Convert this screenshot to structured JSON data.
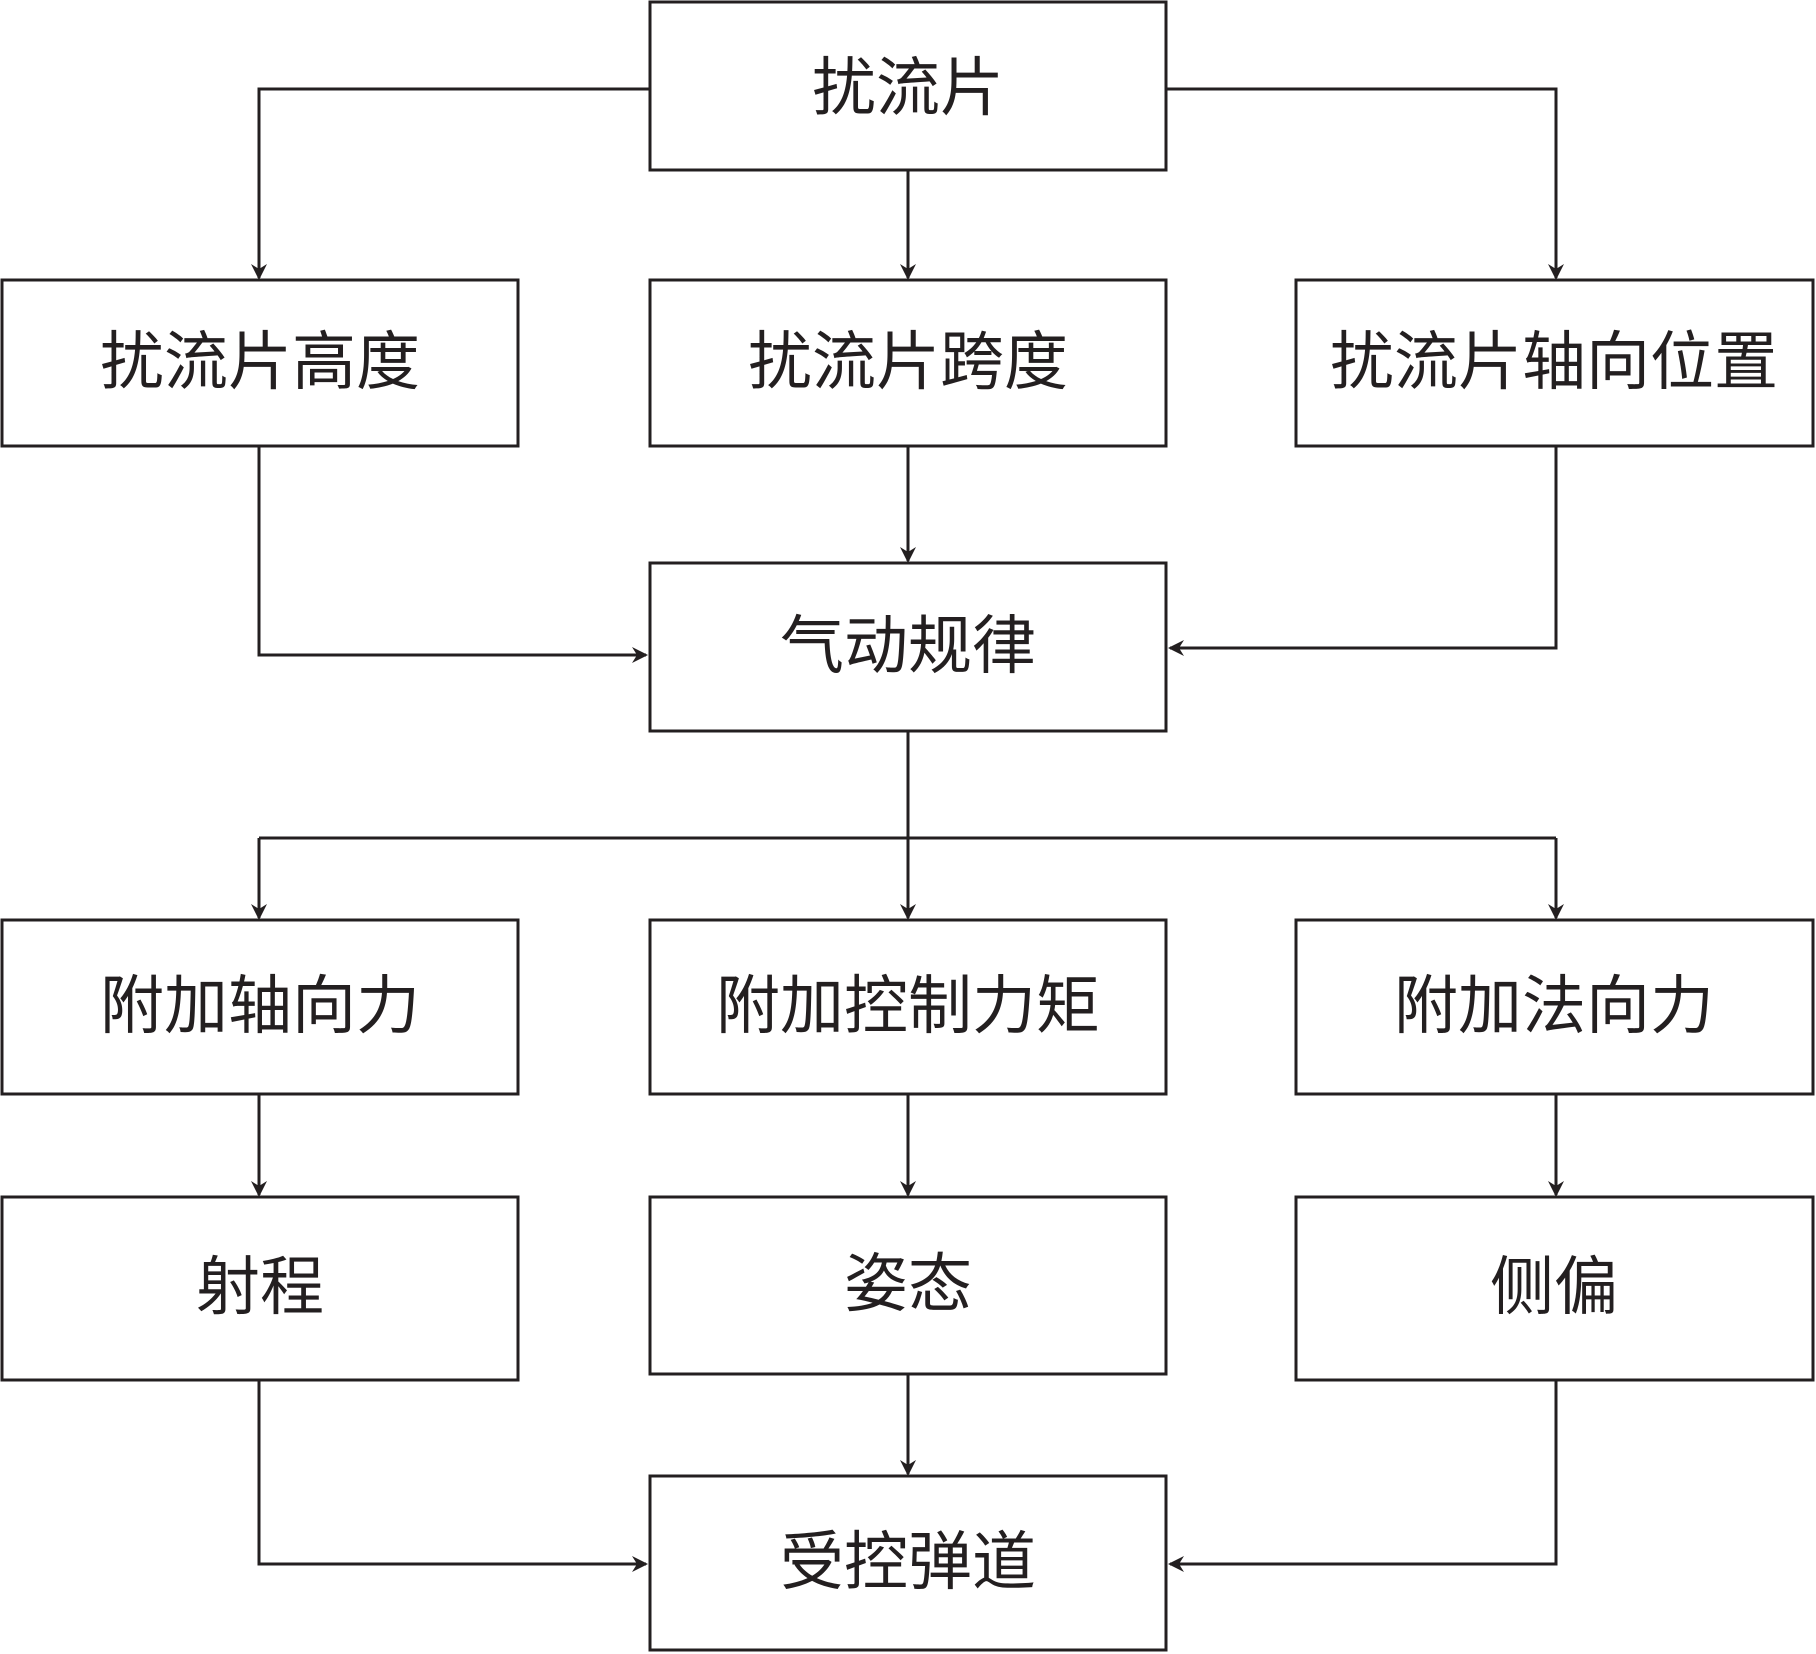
{
  "colors": {
    "stroke": "#231f20",
    "background": "#ffffff",
    "text": "#231f20"
  },
  "nodes": {
    "spoiler": "扰流片",
    "spoiler_height": "扰流片高度",
    "spoiler_span": "扰流片跨度",
    "spoiler_axial_position": "扰流片轴向位置",
    "aerodynamic_law": "气动规律",
    "additional_axial_force": "附加轴向力",
    "additional_control_moment": "附加控制力矩",
    "additional_normal_force": "附加法向力",
    "range": "射程",
    "attitude": "姿态",
    "lateral_deviation": "侧偏",
    "controlled_trajectory": "受控弹道"
  }
}
